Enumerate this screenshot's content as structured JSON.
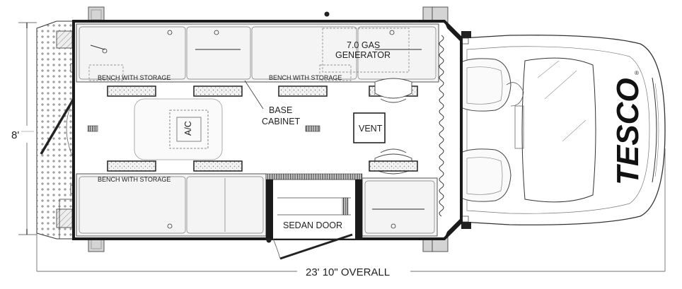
{
  "dimensions": {
    "width_label": "8'",
    "length_label": "23' 10\" OVERALL"
  },
  "labels": {
    "generator_line1": "7.0 GAS",
    "generator_line2": "GENERATOR",
    "bench_top_left": "BENCH WITH STORAGE",
    "bench_top_right": "BENCH WITH STORAGE",
    "bench_bottom_left": "BENCH WITH STORAGE",
    "base_cabinet_line1": "BASE",
    "base_cabinet_line2": "CABINET",
    "ac": "A/C",
    "vent": "VENT",
    "sedan_door": "SEDAN DOOR"
  },
  "logo": {
    "text": "TESCO",
    "mark": "®"
  },
  "colors": {
    "wall": "#1a1a1a",
    "line": "#333333",
    "light_line": "#8a8a8a",
    "furniture": "#f4f4f4",
    "wheel": "#d4d4d4"
  }
}
